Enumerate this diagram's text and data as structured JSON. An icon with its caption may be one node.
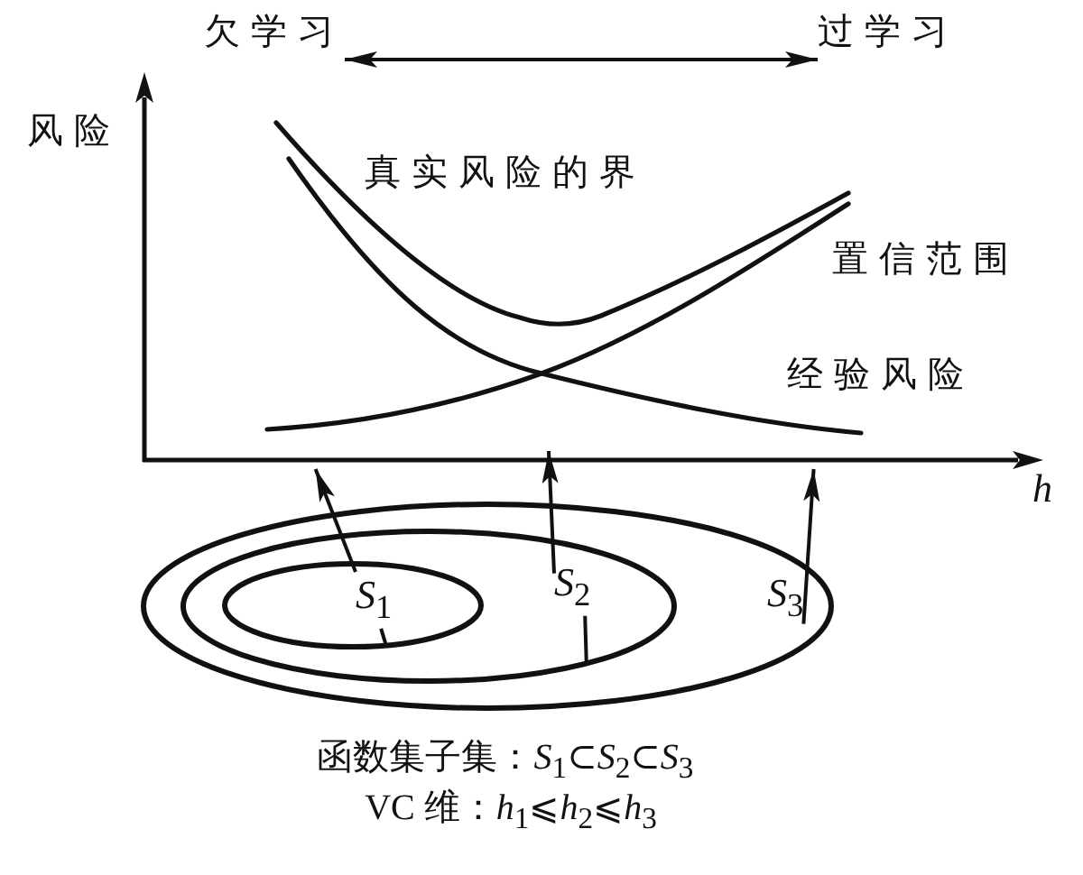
{
  "diagram": {
    "nodes": [
      {
        "text": [
          "欠学习"
        ]
      },
      {
        "text": [
          "过学习"
        ]
      },
      {
        "text": [],
        "shape": "axis",
        "beside": [
          "h"
        ]
      },
      {
        "text": [],
        "shape": "ellipse"
      },
      {
        "text": [],
        "shape": "ellipse",
        "in": 3
      },
      {
        "text": [],
        "shape": "ellipse",
        "in": 4
      },
      {
        "text": [
          "*S*$_{1}$"
        ],
        "in": 5
      },
      {
        "text": [
          "*S*$_{2}$"
        ],
        "in": 4
      },
      {
        "text": [
          "*S*$_{3}$"
        ],
        "in": 3
      }
    ],
    "edges": [
      {
        "from": 0,
        "to": 1,
        "arrow": "both"
      },
      {
        "from": 6,
        "to": 5,
        "arrow": "none"
      },
      {
        "from": 7,
        "to": 4,
        "arrow": "none"
      },
      {
        "from": 6,
        "to": 2,
        "arrow": "to"
      },
      {
        "from": 7,
        "to": 2,
        "arrow": "to"
      },
      {
        "from": 8,
        "to": 2,
        "arrow": "to"
      }
    ],
    "labels": [
      "风险",
      "真实风险的界",
      "置信范围",
      "经验风险",
      "函数集子集：*S*$_{1}$⊂*S*$_{2}$⊂*S*$_{3}$",
      "VC 维：*h*$_{1}$⩽*h*$_{2}$⩽*h*$_{3}$"
    ]
  }
}
